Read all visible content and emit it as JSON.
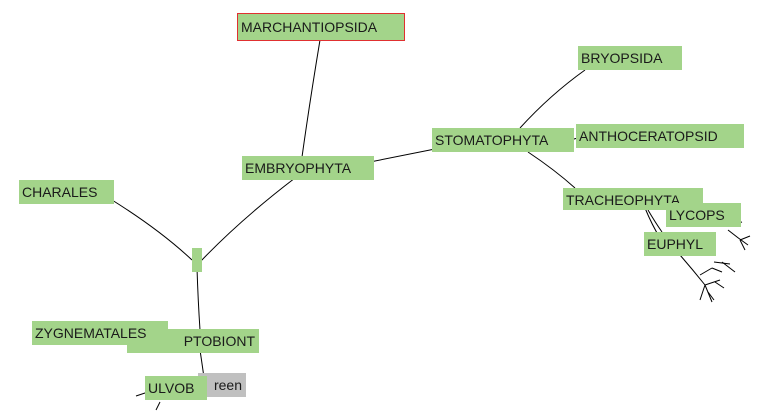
{
  "nodes": {
    "marchantiopsida": "MARCHANTIOPSIDA",
    "bryopsida": "BRYOPSIDA",
    "stomatophyta": "STOMATOPHYTA",
    "anthocerotopsida": "ANTHOCERATOPSID",
    "embryophyta": "EMBRYOPHYTA",
    "tracheophyta": "TRACHEOPHYTA",
    "lycops": "LYCOPS",
    "euphyl": "EUPHYL",
    "charales": "CHARALES",
    "unnamed_node": "",
    "zygnematales": "ZYGNEMATALES",
    "streptobiont": "PTOBIONT",
    "ulvob": "ULVOB",
    "green": "reen"
  },
  "colors": {
    "node_fill": "#a3d48a",
    "selected_border": "#e03030",
    "muted_fill": "#c0c0c0",
    "edge": "#000000"
  }
}
